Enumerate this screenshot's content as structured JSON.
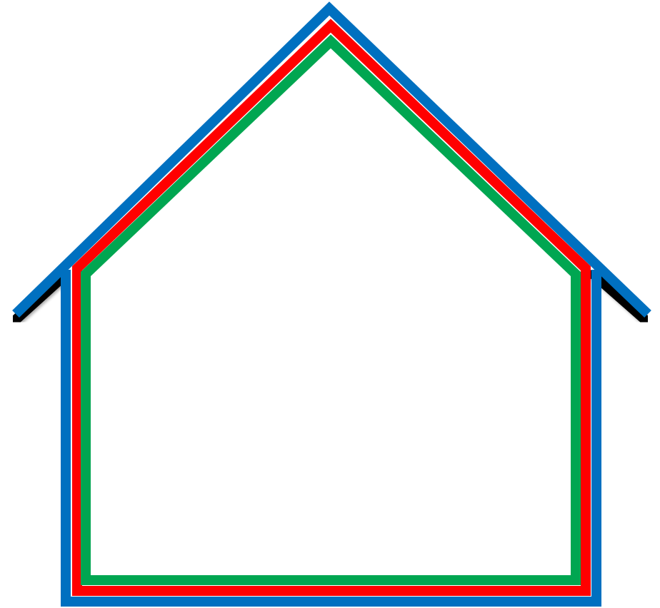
{
  "diagram": {
    "type": "house-outline",
    "layers": [
      {
        "id": "outer",
        "color": "#0070c0"
      },
      {
        "id": "middle",
        "color": "#ff0000"
      },
      {
        "id": "inner",
        "color": "#00a651"
      }
    ],
    "ceiling_line_color": "#000000",
    "background": "#ffffff"
  }
}
